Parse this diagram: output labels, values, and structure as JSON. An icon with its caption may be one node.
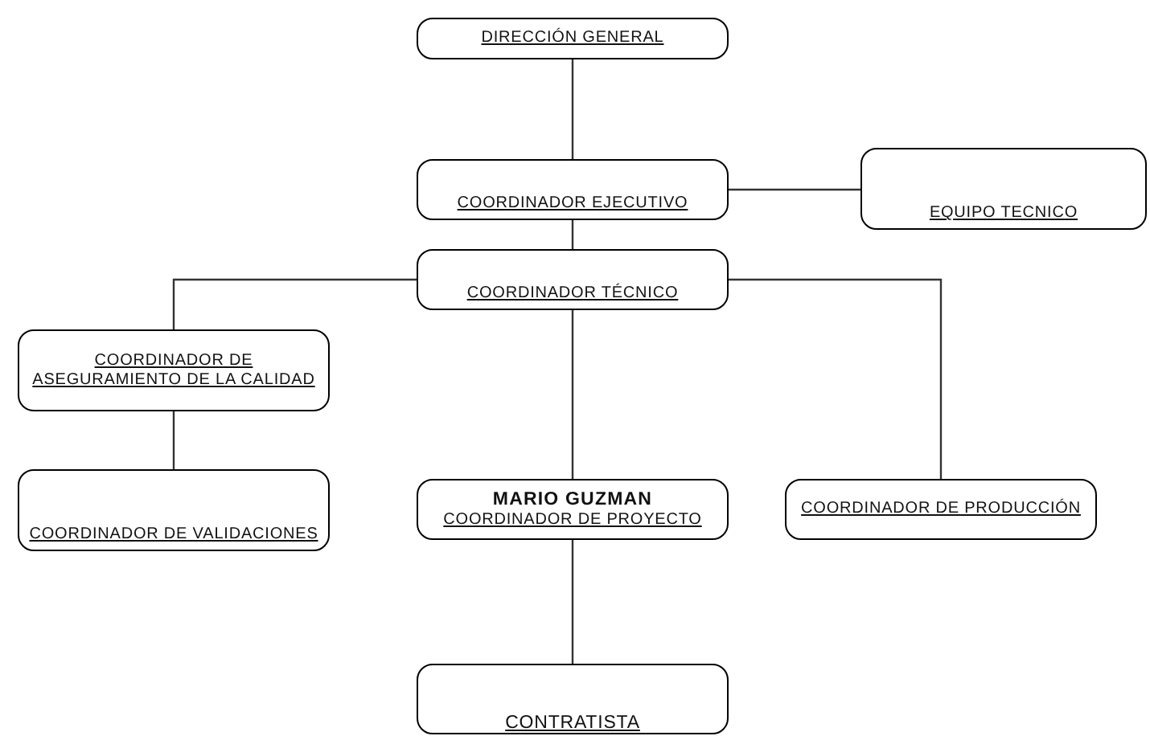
{
  "diagram": {
    "nodes": [
      {
        "text": [
          "DIRECCIÓN GENERAL"
        ]
      },
      {
        "text": [
          "COORDINADOR EJECUTIVO"
        ]
      },
      {
        "text": [
          "EQUIPO TECNICO"
        ]
      },
      {
        "text": [
          "COORDINADOR TÉCNICO"
        ]
      },
      {
        "text": [
          "COORDINADOR DE ASEGURAMIENTO DE LA CALIDAD"
        ]
      },
      {
        "text": [
          "COORDINADOR DE VALIDACIONES"
        ]
      },
      {
        "text": [
          "MARIO GUZMAN",
          "COORDINADOR DE PROYECTO"
        ]
      },
      {
        "text": [
          "COORDINADOR DE PRODUCCIÓN"
        ]
      },
      {
        "text": [
          "CONTRATISTA"
        ]
      }
    ],
    "edges": [
      {
        "from": 0,
        "to": 1,
        "arrow": "none"
      },
      {
        "from": 1,
        "to": 2,
        "arrow": "none"
      },
      {
        "from": 1,
        "to": 3,
        "arrow": "none"
      },
      {
        "from": 3,
        "to": 4,
        "arrow": "none"
      },
      {
        "from": 3,
        "to": 6,
        "arrow": "none"
      },
      {
        "from": 3,
        "to": 7,
        "arrow": "none"
      },
      {
        "from": 4,
        "to": 5,
        "arrow": "none"
      },
      {
        "from": 6,
        "to": 8,
        "arrow": "none"
      }
    ]
  }
}
